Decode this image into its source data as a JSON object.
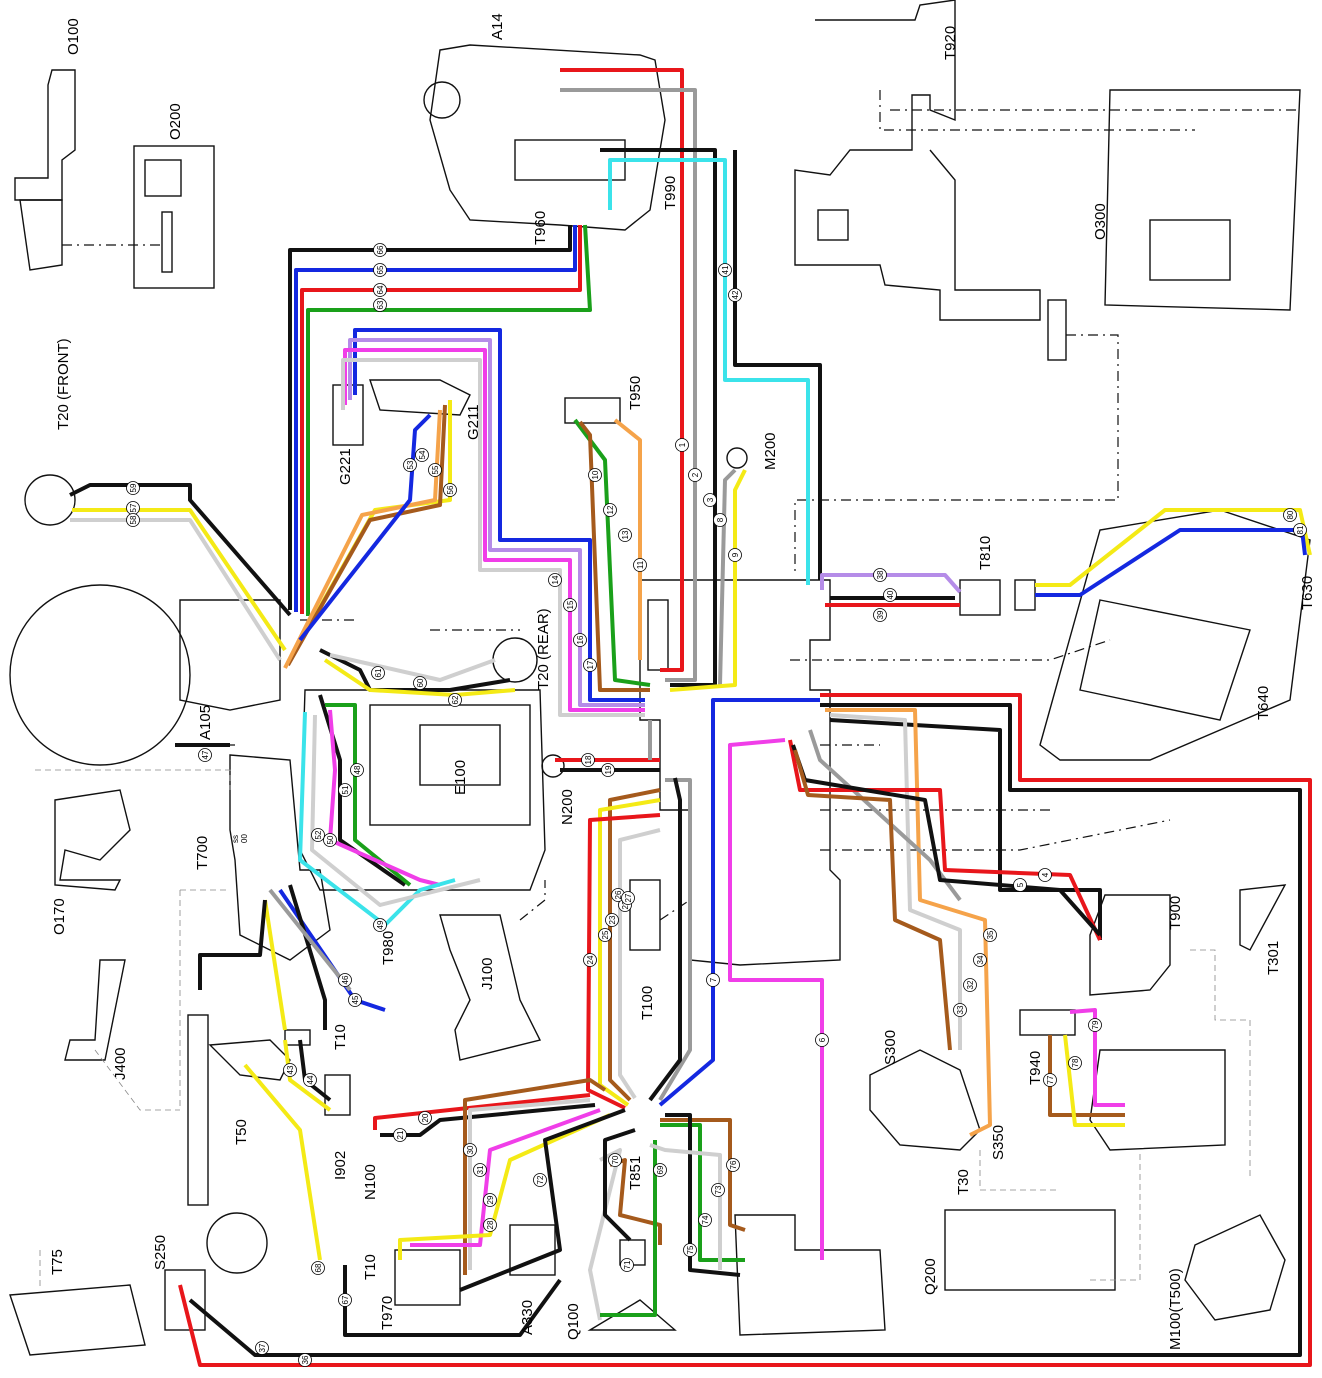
{
  "diagram": {
    "parts": [
      {
        "id": "O100",
        "label": "O100"
      },
      {
        "id": "O200",
        "label": "O200"
      },
      {
        "id": "A14",
        "label": "A14"
      },
      {
        "id": "T920",
        "label": "T920"
      },
      {
        "id": "O300",
        "label": "O300"
      },
      {
        "id": "T960",
        "label": "T960"
      },
      {
        "id": "T990",
        "label": "T990"
      },
      {
        "id": "T20F",
        "label": "T20 (FRONT)"
      },
      {
        "id": "G221",
        "label": "G221"
      },
      {
        "id": "G211",
        "label": "G211"
      },
      {
        "id": "T950",
        "label": "T950"
      },
      {
        "id": "M200",
        "label": "M200"
      },
      {
        "id": "T810",
        "label": "T810"
      },
      {
        "id": "T630",
        "label": "T630"
      },
      {
        "id": "T640",
        "label": "T640"
      },
      {
        "id": "A105",
        "label": "A105"
      },
      {
        "id": "T20R",
        "label": "T20 (REAR)"
      },
      {
        "id": "E100",
        "label": "E100"
      },
      {
        "id": "N200",
        "label": "N200"
      },
      {
        "id": "O170",
        "label": "O170"
      },
      {
        "id": "T700",
        "label": "T700"
      },
      {
        "id": "T980",
        "label": "T980"
      },
      {
        "id": "J100",
        "label": "J100"
      },
      {
        "id": "T100",
        "label": "T100"
      },
      {
        "id": "T900",
        "label": "T900"
      },
      {
        "id": "T301",
        "label": "T301"
      },
      {
        "id": "J400",
        "label": "J400"
      },
      {
        "id": "T10a",
        "label": "T10"
      },
      {
        "id": "T50",
        "label": "T50"
      },
      {
        "id": "I902",
        "label": "I902"
      },
      {
        "id": "N100",
        "label": "N100"
      },
      {
        "id": "S300",
        "label": "S300"
      },
      {
        "id": "T940",
        "label": "T940"
      },
      {
        "id": "T851",
        "label": "T851"
      },
      {
        "id": "T30",
        "label": "T30"
      },
      {
        "id": "S350",
        "label": "S350"
      },
      {
        "id": "T75",
        "label": "T75"
      },
      {
        "id": "S250",
        "label": "S250"
      },
      {
        "id": "T10b",
        "label": "T10"
      },
      {
        "id": "T970",
        "label": "T970"
      },
      {
        "id": "A330",
        "label": "A330"
      },
      {
        "id": "Q100",
        "label": "Q100"
      },
      {
        "id": "Q200",
        "label": "Q200"
      },
      {
        "id": "M100",
        "label": "M100(T500)"
      },
      {
        "id": "small1",
        "label": "ss\n00"
      }
    ],
    "wire_colors": {
      "red": "#e8161b",
      "black": "#111111",
      "blue": "#1428e0",
      "green": "#1aa01a",
      "yellow": "#f4ea16",
      "gray": "#9a9a9a",
      "lightgray": "#cfcfcf",
      "cyan": "#3be3ea",
      "magenta": "#f03ee8",
      "violet": "#b58ce8",
      "orange": "#f5a34a",
      "brown": "#a55a1c"
    },
    "wire_numbers": [
      "1",
      "2",
      "3",
      "4",
      "5",
      "6",
      "7",
      "8",
      "9",
      "10",
      "11",
      "12",
      "13",
      "14",
      "15",
      "16",
      "17",
      "18",
      "19",
      "20",
      "21",
      "22",
      "23",
      "24",
      "25",
      "26",
      "27",
      "28",
      "29",
      "30",
      "31",
      "32",
      "33",
      "34",
      "35",
      "36",
      "37",
      "38",
      "39",
      "40",
      "41",
      "42",
      "43",
      "44",
      "45",
      "46",
      "47",
      "48",
      "49",
      "50",
      "51",
      "52",
      "53",
      "54",
      "55",
      "56",
      "57",
      "58",
      "59",
      "60",
      "61",
      "62",
      "63",
      "64",
      "65",
      "66",
      "67",
      "68",
      "69",
      "70",
      "71",
      "72",
      "73",
      "74",
      "75",
      "76",
      "77",
      "78",
      "79",
      "80",
      "81"
    ]
  }
}
